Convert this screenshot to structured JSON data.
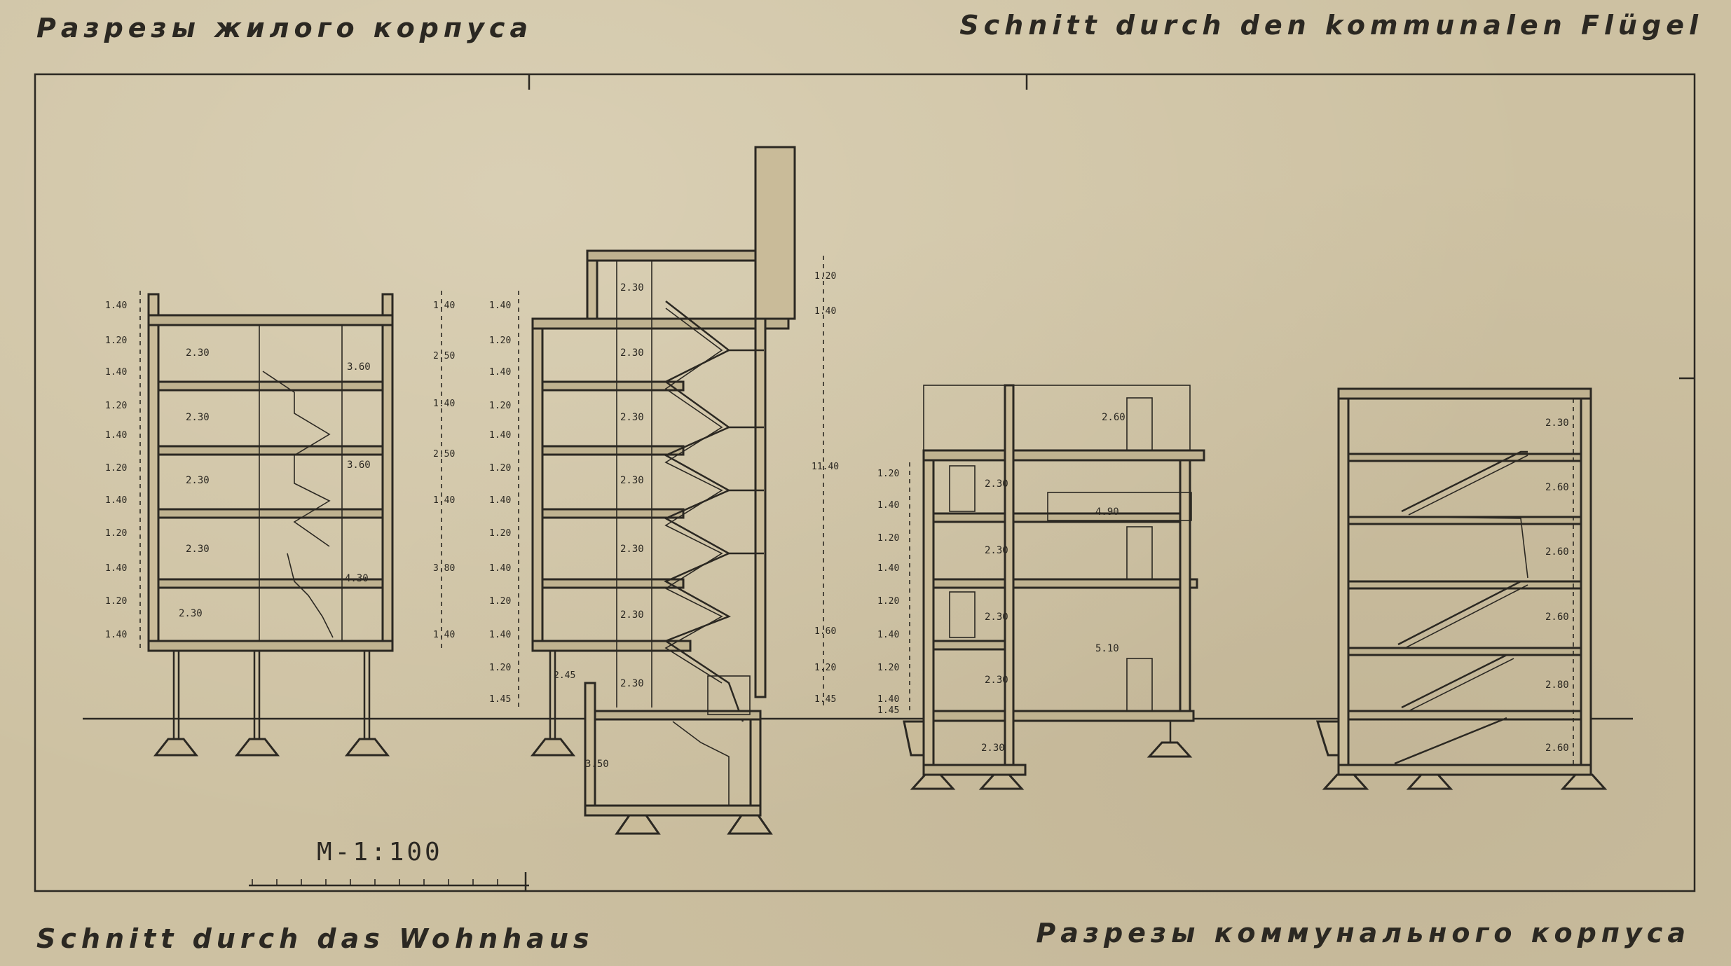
{
  "captions": {
    "top_left": "Разрезы жилого корпуса",
    "top_right": "Schnitt durch den kommunalen Flügel",
    "bottom_left": "Schnitt durch das Wohnhaus",
    "bottom_right": "Разрезы коммунального корпуса"
  },
  "scale_label": "М-1:100",
  "section1": {
    "left_dims": [
      "1.40",
      "1.20",
      "1.40",
      "1.20",
      "1.40",
      "1.20",
      "1.40",
      "1.20",
      "1.40",
      "1.20",
      "1.40"
    ],
    "room_heights": [
      "2.30",
      "2.30",
      "2.30",
      "2.30",
      "2.30"
    ],
    "inner_dims": [
      "3.60",
      "3.60",
      "4.30"
    ],
    "right_dims": [
      "1.40",
      "2.50",
      "1.40",
      "2.50",
      "1.40",
      "3.80",
      "1.40"
    ]
  },
  "section2": {
    "left_dims": [
      "1.40",
      "1.20",
      "1.40",
      "1.20",
      "1.40",
      "1.20",
      "1.40",
      "1.20",
      "1.40",
      "1.20",
      "1.40",
      "1.20",
      "1.45"
    ],
    "room_heights": [
      "2.30",
      "2.30",
      "2.30",
      "2.30",
      "2.30",
      "2.30",
      "2.30",
      "3.50"
    ],
    "note": "2.45",
    "total": "11.40",
    "right_dims": [
      "1.20",
      "1.40",
      "1.60",
      "1.20",
      "1.45"
    ]
  },
  "section3": {
    "left_dims": [
      "1.20",
      "1.40",
      "1.20",
      "1.40",
      "1.20",
      "1.40",
      "1.20",
      "1.40",
      "1.45"
    ],
    "room_heights": [
      "2.30",
      "2.30",
      "2.30",
      "2.30",
      "2.30"
    ],
    "hall_heights": [
      "2.60",
      "4.90",
      "5.10"
    ]
  },
  "section4": {
    "room_heights": [
      "2.30",
      "2.60",
      "2.60",
      "2.60",
      "2.80",
      "2.60"
    ]
  }
}
